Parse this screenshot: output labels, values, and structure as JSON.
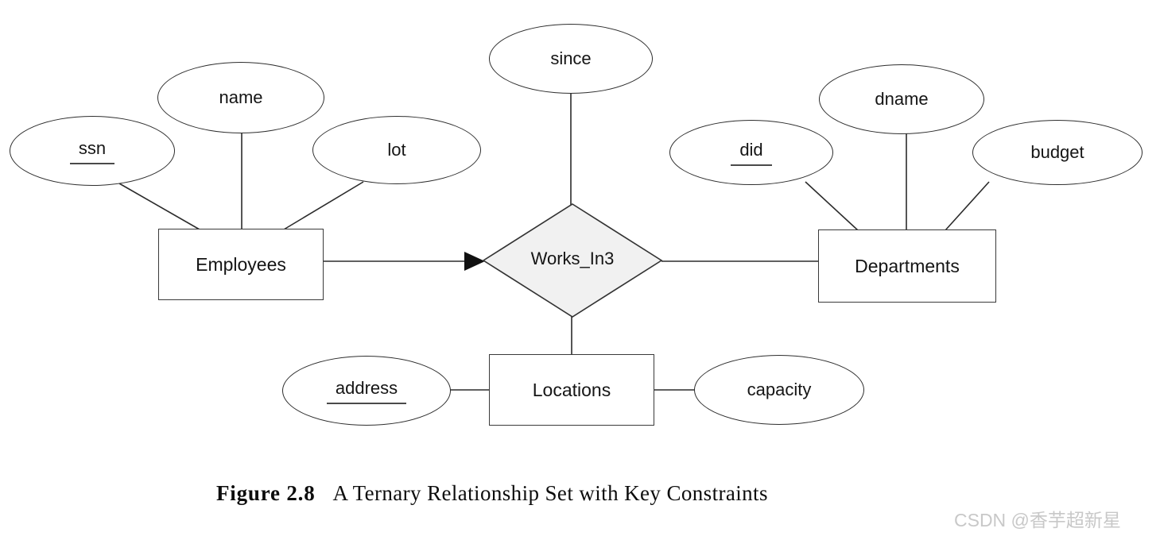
{
  "diagram": {
    "relationship": {
      "label": "Works_In3"
    },
    "entities": [
      {
        "label": "Employees"
      },
      {
        "label": "Departments"
      },
      {
        "label": "Locations"
      }
    ],
    "attributes": [
      {
        "label": "ssn",
        "key": true,
        "owner": "Employees"
      },
      {
        "label": "name",
        "key": false,
        "owner": "Employees"
      },
      {
        "label": "lot",
        "key": false,
        "owner": "Employees"
      },
      {
        "label": "since",
        "key": false,
        "owner": "Works_In3"
      },
      {
        "label": "did",
        "key": true,
        "owner": "Departments"
      },
      {
        "label": "dname",
        "key": false,
        "owner": "Departments"
      },
      {
        "label": "budget",
        "key": false,
        "owner": "Departments"
      },
      {
        "label": "address",
        "key": true,
        "owner": "Locations"
      },
      {
        "label": "capacity",
        "key": false,
        "owner": "Locations"
      }
    ],
    "colors": {
      "line": "#2b2b2b",
      "diamond_fill": "#f1f1f1",
      "shape_stroke": "#333333"
    }
  },
  "caption": {
    "figure_label": "Figure 2.8",
    "title": "A Ternary Relationship Set with Key Constraints"
  },
  "watermark": {
    "text": "CSDN @香芋超新星",
    "color": "#c8c8c8"
  }
}
